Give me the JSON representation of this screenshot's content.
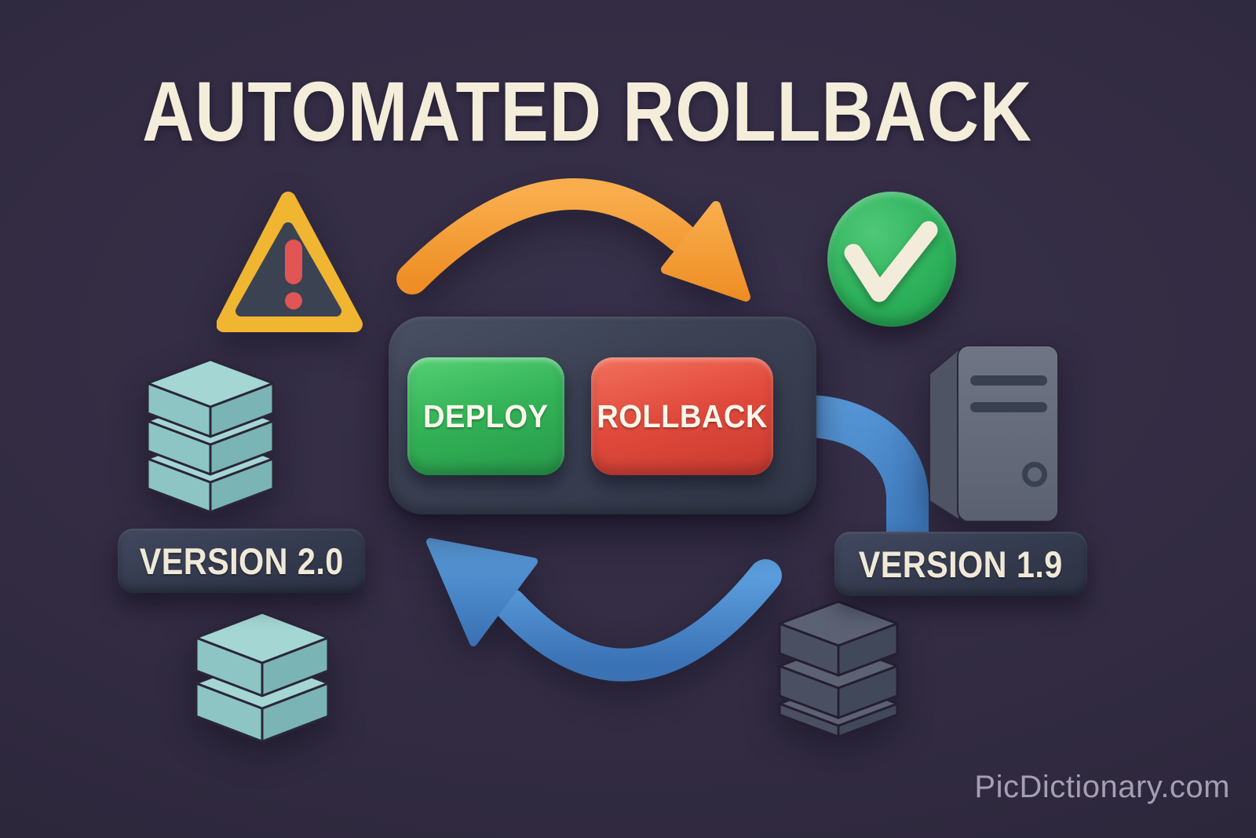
{
  "title": "AUTOMATED ROLLBACK",
  "watermark": "PicDictionary.com",
  "panel": {
    "deploy_label": "DEPLOY",
    "rollback_label": "ROLLBACK"
  },
  "versions": {
    "new_label": "VERSION 2.0",
    "old_label": "VERSION 1.9"
  },
  "icons": {
    "warning": "warning-triangle-icon",
    "success": "check-circle-icon",
    "deploy_flow": "deploy-arrow-icon",
    "rollback_flow": "rollback-arrow-icon",
    "database_new": "database-stack-teal-icon",
    "database_new_extra": "database-box-teal-icon",
    "database_old": "database-stack-dark-icon",
    "server": "server-tower-icon",
    "connector": "pipe-connector-icon"
  },
  "colors": {
    "background": "#332c43",
    "accent_orange": "#f59f38",
    "accent_blue": "#4a8ed2",
    "success_green": "#2db15a",
    "danger_red": "#e04a3c",
    "warning_yellow": "#f0b531",
    "teal": "#9ed0cf",
    "panel_slate": "#3c4254",
    "text_cream": "#f4edda"
  }
}
